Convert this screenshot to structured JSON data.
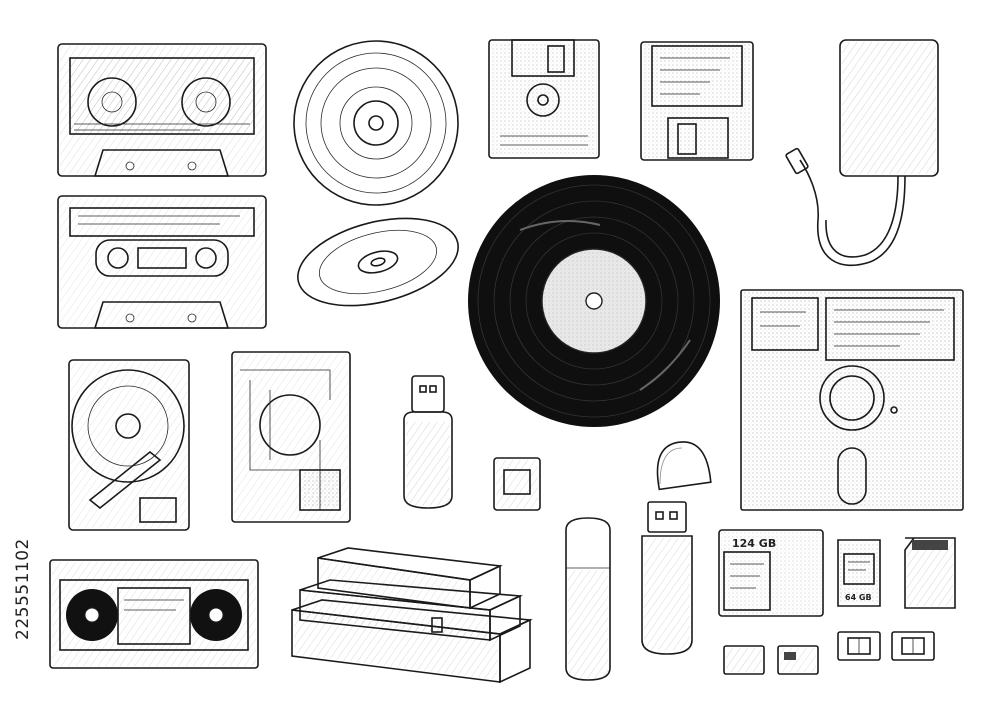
{
  "illustration": {
    "stock_id": "225551102",
    "hdd_labels": {
      "large": "124 GB",
      "small": "64 GB"
    }
  }
}
